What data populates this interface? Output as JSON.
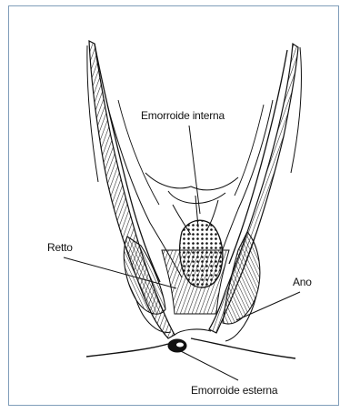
{
  "labels": {
    "internal": "Emorroide interna",
    "rectum": "Retto",
    "anus": "Ano",
    "external": "Emorroide esterna"
  },
  "colors": {
    "frame": "#7f9db9",
    "ink": "#111111"
  }
}
